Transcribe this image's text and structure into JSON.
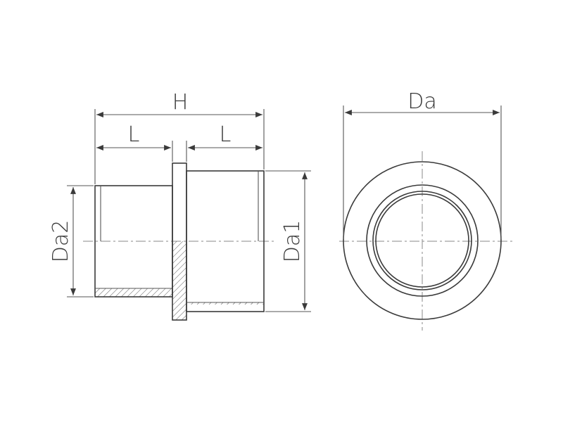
{
  "labels": {
    "h": "H",
    "l_left": "L",
    "l_right": "L",
    "da": "Da",
    "da1": "Da1",
    "da2": "Da2"
  },
  "colors": {
    "line": "#3a3a3a",
    "centerline": "#8a8a8a",
    "hatch": "#555555"
  }
}
